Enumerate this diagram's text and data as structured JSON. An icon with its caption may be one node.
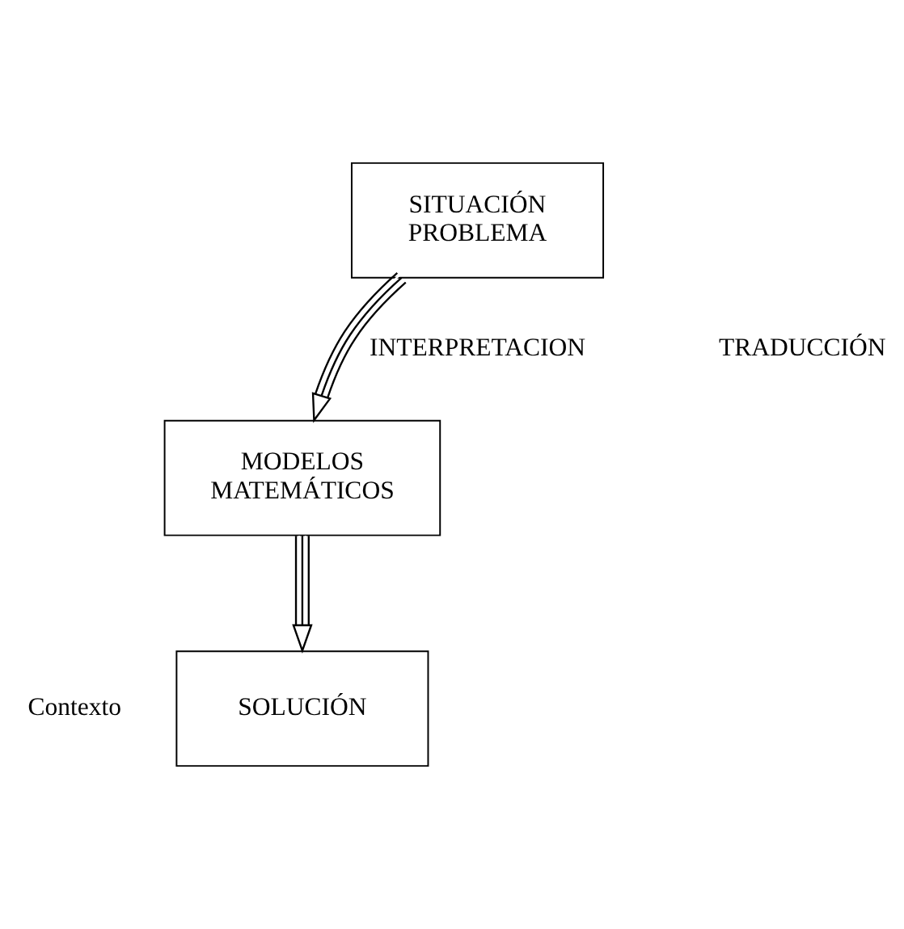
{
  "diagram": {
    "nodes": [
      {
        "text": [
          "SITUACIÓN PROBLEMA"
        ]
      },
      {
        "text": [
          "MODELOS MATEMÁTICOS"
        ]
      },
      {
        "text": [
          "SOLUCIÓN"
        ]
      }
    ],
    "edges": [
      {
        "from": 0,
        "to": 1,
        "arrow": "to"
      },
      {
        "from": 1,
        "to": 2,
        "arrow": "to"
      }
    ],
    "labels": [
      "INTERPRETACION",
      "TRADUCCIÓN",
      "Contexto"
    ]
  }
}
